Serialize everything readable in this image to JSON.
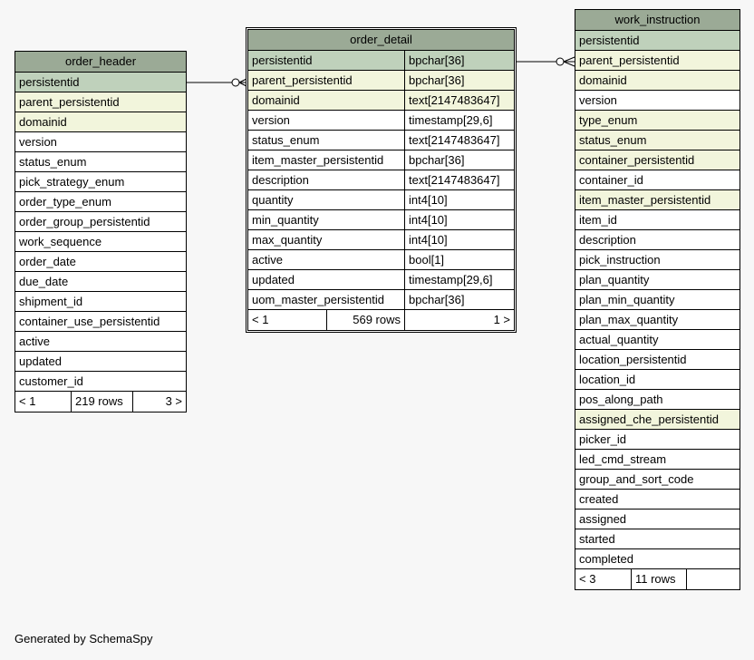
{
  "tables": {
    "order_header": {
      "name": "order_header",
      "columns": [
        {
          "name": "persistentid",
          "kind": "pk"
        },
        {
          "name": "parent_persistentid",
          "kind": "fk"
        },
        {
          "name": "domainid",
          "kind": "fk"
        },
        {
          "name": "version",
          "kind": "plain"
        },
        {
          "name": "status_enum",
          "kind": "plain"
        },
        {
          "name": "pick_strategy_enum",
          "kind": "plain"
        },
        {
          "name": "order_type_enum",
          "kind": "plain"
        },
        {
          "name": "order_group_persistentid",
          "kind": "plain"
        },
        {
          "name": "work_sequence",
          "kind": "plain"
        },
        {
          "name": "order_date",
          "kind": "plain"
        },
        {
          "name": "due_date",
          "kind": "plain"
        },
        {
          "name": "shipment_id",
          "kind": "plain"
        },
        {
          "name": "container_use_persistentid",
          "kind": "plain"
        },
        {
          "name": "active",
          "kind": "plain"
        },
        {
          "name": "updated",
          "kind": "plain"
        },
        {
          "name": "customer_id",
          "kind": "plain"
        }
      ],
      "footer": {
        "parents": "< 1",
        "rows": "219 rows",
        "children": "3 >"
      }
    },
    "order_detail": {
      "name": "order_detail",
      "columns": [
        {
          "name": "persistentid",
          "type": "bpchar[36]",
          "kind": "pk"
        },
        {
          "name": "parent_persistentid",
          "type": "bpchar[36]",
          "kind": "fk"
        },
        {
          "name": "domainid",
          "type": "text[2147483647]",
          "kind": "fk"
        },
        {
          "name": "version",
          "type": "timestamp[29,6]",
          "kind": "plain"
        },
        {
          "name": "status_enum",
          "type": "text[2147483647]",
          "kind": "plain"
        },
        {
          "name": "item_master_persistentid",
          "type": "bpchar[36]",
          "kind": "plain"
        },
        {
          "name": "description",
          "type": "text[2147483647]",
          "kind": "plain"
        },
        {
          "name": "quantity",
          "type": "int4[10]",
          "kind": "plain"
        },
        {
          "name": "min_quantity",
          "type": "int4[10]",
          "kind": "plain"
        },
        {
          "name": "max_quantity",
          "type": "int4[10]",
          "kind": "plain"
        },
        {
          "name": "active",
          "type": "bool[1]",
          "kind": "plain"
        },
        {
          "name": "updated",
          "type": "timestamp[29,6]",
          "kind": "plain"
        },
        {
          "name": "uom_master_persistentid",
          "type": "bpchar[36]",
          "kind": "plain"
        }
      ],
      "footer": {
        "parents": "< 1",
        "rows": "569 rows",
        "children": "1 >"
      }
    },
    "work_instruction": {
      "name": "work_instruction",
      "columns": [
        {
          "name": "persistentid",
          "kind": "pk"
        },
        {
          "name": "parent_persistentid",
          "kind": "fk"
        },
        {
          "name": "domainid",
          "kind": "fk"
        },
        {
          "name": "version",
          "kind": "plain"
        },
        {
          "name": "type_enum",
          "kind": "fk"
        },
        {
          "name": "status_enum",
          "kind": "fk"
        },
        {
          "name": "container_persistentid",
          "kind": "fk"
        },
        {
          "name": "container_id",
          "kind": "plain"
        },
        {
          "name": "item_master_persistentid",
          "kind": "fk"
        },
        {
          "name": "item_id",
          "kind": "plain"
        },
        {
          "name": "description",
          "kind": "plain"
        },
        {
          "name": "pick_instruction",
          "kind": "plain"
        },
        {
          "name": "plan_quantity",
          "kind": "plain"
        },
        {
          "name": "plan_min_quantity",
          "kind": "plain"
        },
        {
          "name": "plan_max_quantity",
          "kind": "plain"
        },
        {
          "name": "actual_quantity",
          "kind": "plain"
        },
        {
          "name": "location_persistentid",
          "kind": "plain"
        },
        {
          "name": "location_id",
          "kind": "plain"
        },
        {
          "name": "pos_along_path",
          "kind": "plain"
        },
        {
          "name": "assigned_che_persistentid",
          "kind": "fk"
        },
        {
          "name": "picker_id",
          "kind": "plain"
        },
        {
          "name": "led_cmd_stream",
          "kind": "plain"
        },
        {
          "name": "group_and_sort_code",
          "kind": "plain"
        },
        {
          "name": "created",
          "kind": "plain"
        },
        {
          "name": "assigned",
          "kind": "plain"
        },
        {
          "name": "started",
          "kind": "plain"
        },
        {
          "name": "completed",
          "kind": "plain"
        }
      ],
      "footer": {
        "parents": "< 3",
        "rows": "11 rows",
        "children": ""
      }
    }
  },
  "credit": "Generated by SchemaSpy"
}
